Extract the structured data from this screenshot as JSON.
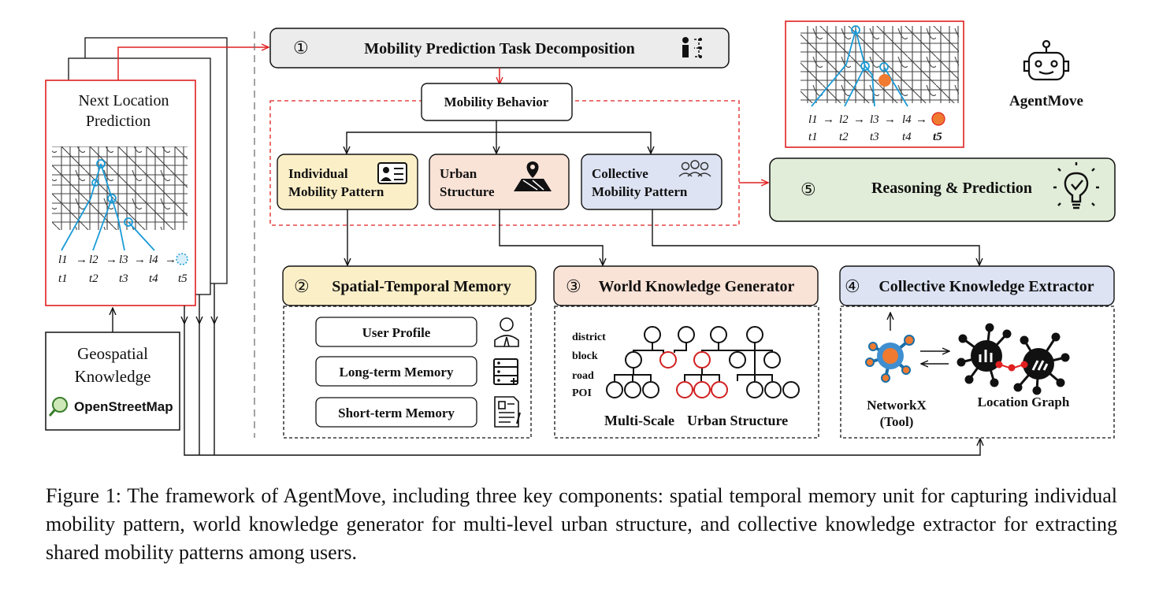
{
  "input_panel": {
    "title_line1": "Next Location",
    "title_line2": "Prediction",
    "traj_l": [
      "l1",
      "l2",
      "l3",
      "l4"
    ],
    "traj_t": [
      "t1",
      "t2",
      "t3",
      "t4",
      "t5"
    ]
  },
  "geo": {
    "line1": "Geospatial",
    "line2": "Knowledge",
    "osm": "OpenStreetMap"
  },
  "step1": {
    "number": "①",
    "label": "Mobility Prediction Task Decomposition"
  },
  "behavior": {
    "label": "Mobility Behavior"
  },
  "patterns": {
    "individual": {
      "line1": "Individual",
      "line2": "Mobility Pattern"
    },
    "urban": {
      "line1": "Urban",
      "line2": "Structure"
    },
    "collective": {
      "line1": "Collective",
      "line2": "Mobility Pattern"
    }
  },
  "step5": {
    "number": "⑤",
    "label": "Reasoning & Prediction"
  },
  "output": {
    "traj_l": [
      "l1",
      "l2",
      "l3",
      "l4"
    ],
    "traj_t": [
      "t1",
      "t2",
      "t3",
      "t4",
      "t5"
    ]
  },
  "agent": {
    "name": "AgentMove"
  },
  "step2": {
    "number": "②",
    "label": "Spatial-Temporal Memory",
    "items": [
      "User Profile",
      "Long-term Memory",
      "Short-term Memory"
    ]
  },
  "step3": {
    "number": "③",
    "label": "World Knowledge Generator",
    "levels": [
      "district",
      "block",
      "road",
      "POI"
    ],
    "caption_a": "Multi-Scale",
    "caption_b": "Urban Structure"
  },
  "step4": {
    "number": "④",
    "label": "Collective Knowledge Extractor",
    "tool_line1": "NetworkX",
    "tool_line2": "(Tool)",
    "graph_label": "Location Graph"
  },
  "colors": {
    "red": "#e02020",
    "blue": "#1a9bd7",
    "orange": "#ef7a30",
    "gray_fill": "#ececec",
    "yellow_fill": "#fbefc8",
    "peach_fill": "#f9e2d6",
    "lavender_fill": "#dde3f3",
    "green_fill": "#e1edd8"
  },
  "caption": "Figure 1: The framework of AgentMove, including three key components: spatial temporal memory unit for capturing individual mobility pattern, world knowledge generator for multi-level urban structure, and collective knowledge extractor for extracting shared mobility patterns among users."
}
